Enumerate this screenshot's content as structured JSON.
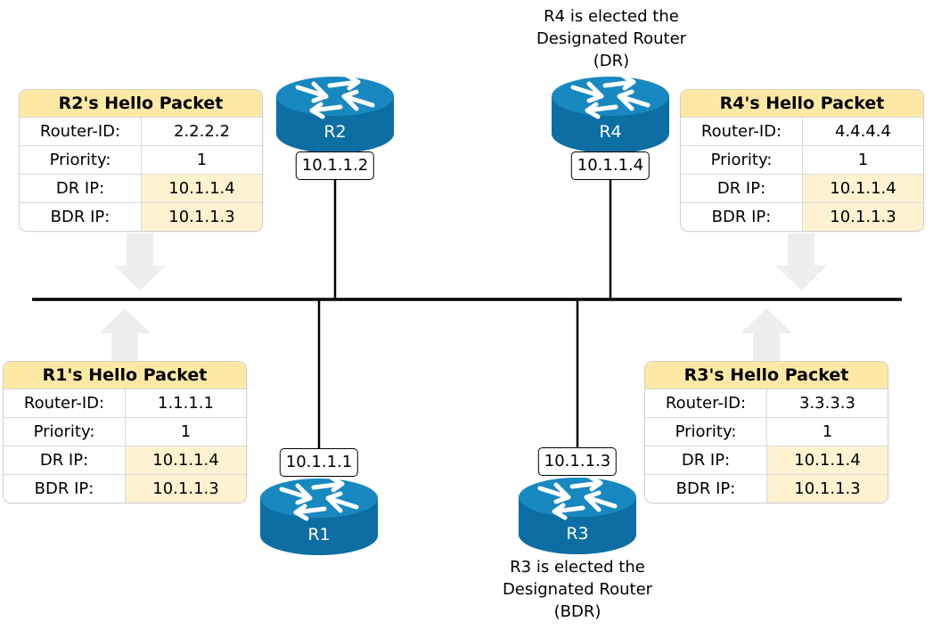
{
  "colors": {
    "router_top": "#1888c0",
    "router_body": "#0c6ea3",
    "title_fill": "#fde9a4",
    "highlight_fill": "#fff2d0",
    "arrow_fill": "#eeeeee"
  },
  "routers": {
    "r1": {
      "label": "R1",
      "ip": "10.1.1.1"
    },
    "r2": {
      "label": "R2",
      "ip": "10.1.1.2"
    },
    "r3": {
      "label": "R3",
      "ip": "10.1.1.3"
    },
    "r4": {
      "label": "R4",
      "ip": "10.1.1.4"
    }
  },
  "notes": {
    "dr": {
      "line1": "R4 is elected the",
      "line2": "Designated Router",
      "line3": "(DR)"
    },
    "bdr": {
      "line1": "R3 is elected the",
      "line2": "Designated Router",
      "line3": "(BDR)"
    }
  },
  "hello_packets": {
    "r2": {
      "title": "R2's Hello Packet",
      "router_id_label": "Router-ID:",
      "router_id": "2.2.2.2",
      "priority_label": "Priority:",
      "priority": "1",
      "dr_label": "DR IP:",
      "dr_ip": "10.1.1.4",
      "bdr_label": "BDR IP:",
      "bdr_ip": "10.1.1.3"
    },
    "r4": {
      "title": "R4's Hello Packet",
      "router_id_label": "Router-ID:",
      "router_id": "4.4.4.4",
      "priority_label": "Priority:",
      "priority": "1",
      "dr_label": "DR IP:",
      "dr_ip": "10.1.1.4",
      "bdr_label": "BDR IP:",
      "bdr_ip": "10.1.1.3"
    },
    "r1": {
      "title": "R1's Hello Packet",
      "router_id_label": "Router-ID:",
      "router_id": "1.1.1.1",
      "priority_label": "Priority:",
      "priority": "1",
      "dr_label": "DR IP:",
      "dr_ip": "10.1.1.4",
      "bdr_label": "BDR IP:",
      "bdr_ip": "10.1.1.3"
    },
    "r3": {
      "title": "R3's Hello Packet",
      "router_id_label": "Router-ID:",
      "router_id": "3.3.3.3",
      "priority_label": "Priority:",
      "priority": "1",
      "dr_label": "DR IP:",
      "dr_ip": "10.1.1.4",
      "bdr_label": "BDR IP:",
      "bdr_ip": "10.1.1.3"
    }
  },
  "icons": {
    "router": "router-icon",
    "arrow_down": "arrow-down-icon",
    "arrow_up": "arrow-up-icon"
  }
}
